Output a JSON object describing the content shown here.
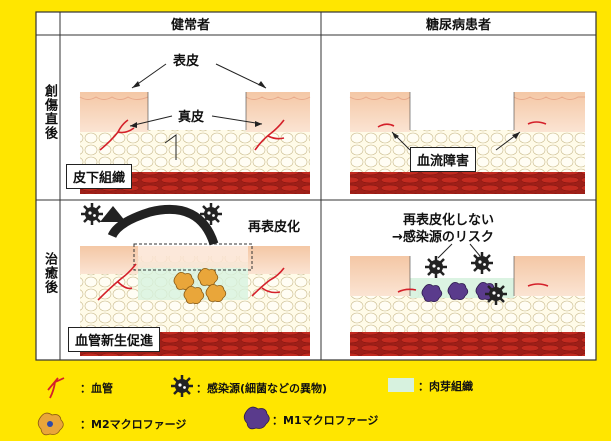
{
  "columns": {
    "healthy": "健常者",
    "diabetic": "糖尿病患者"
  },
  "rows": {
    "after_wound": "創傷直後",
    "after_heal": "治癒後"
  },
  "labels": {
    "epidermis": "表皮",
    "dermis": "真皮",
    "subcutaneous": "皮下組織",
    "blood_flow_disorder": "血流障害",
    "reepithelialization": "再表皮化",
    "angiogenesis": "血管新生促進",
    "no_reepithelialization_line1": "再表皮化しない",
    "no_reepithelialization_line2": "→感染源のリスク"
  },
  "legend": {
    "blood_vessel": "：血管",
    "infection_source": "：感染源(細菌などの異物)",
    "granulation": "：肉芽組織",
    "m2": "：M2マクロファージ",
    "m1": "：M1マクロファージ"
  },
  "colors": {
    "background": "#ffe600",
    "panel": "#ffffff",
    "skin": "#f7d3b8",
    "dermis": "#fbe3d3",
    "fat": "#fffbe8",
    "muscle": "#b3261e",
    "vessel": "#d4202a",
    "granulation": "#d7f2df",
    "m2": "#e9a63a",
    "m1": "#5a3b8c",
    "pathogen": "#222222"
  }
}
